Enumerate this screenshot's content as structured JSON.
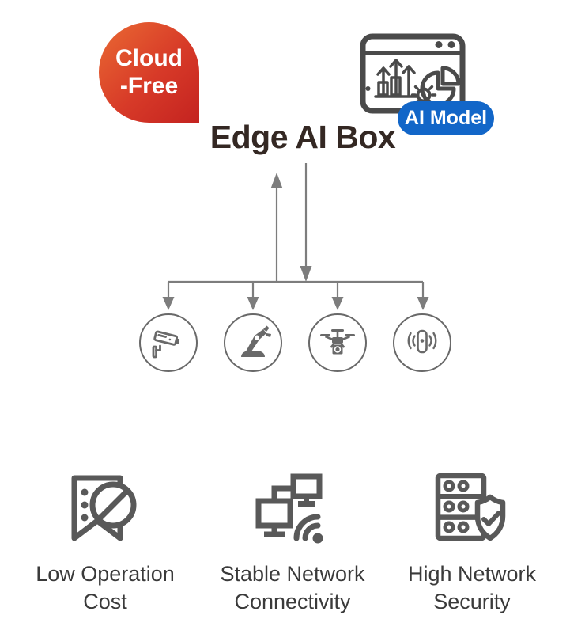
{
  "badge": {
    "line1": "Cloud",
    "line2": "-Free"
  },
  "ai_model": {
    "label": "AI Model"
  },
  "title": "Edge AI Box",
  "device_icons": [
    "cctv-camera",
    "robot-arm",
    "drone",
    "wireless-sensor"
  ],
  "features": [
    {
      "icon": "low-operation-cost-icon",
      "line1": "Low Operation",
      "line2": "Cost"
    },
    {
      "icon": "stable-network-connectivity-icon",
      "line1": "Stable Network",
      "line2": "Connectivity"
    },
    {
      "icon": "high-network-security-icon",
      "line1": "High Network",
      "line2": "Security"
    }
  ],
  "colors": {
    "badge_red_start": "#ea6a33",
    "badge_red_mid": "#d73a28",
    "badge_red_end": "#c42320",
    "ai_blue": "#1266c8",
    "title_color": "#342823",
    "connector_gray": "#7d7d7d",
    "device_gray": "#696969",
    "feature_gray": "#595959",
    "label_color": "#3a3a3a"
  }
}
